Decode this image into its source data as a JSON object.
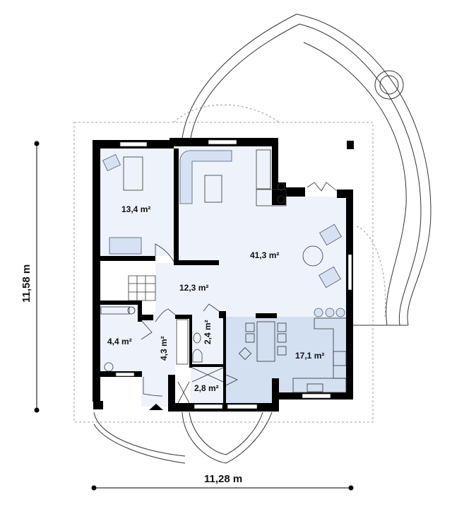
{
  "plan": {
    "rooms": [
      {
        "id": "office",
        "area": "13,4 m²"
      },
      {
        "id": "living",
        "area": "41,3 m²"
      },
      {
        "id": "hall",
        "area": "12,3 m²"
      },
      {
        "id": "bathroom",
        "area": "4,4 m²"
      },
      {
        "id": "corridor",
        "area": "4,3 m²"
      },
      {
        "id": "wc",
        "area": "2,4 m²"
      },
      {
        "id": "vestibule",
        "area": "2,8 m²"
      },
      {
        "id": "kitchen",
        "area": "17,1 m²"
      }
    ],
    "dimensions": {
      "height": "11,58 m",
      "width": "11,28 m"
    },
    "colors": {
      "room_fill": "#eef2fb",
      "kitchen_fill": "#d3e0f2",
      "wall": "#000000"
    }
  }
}
